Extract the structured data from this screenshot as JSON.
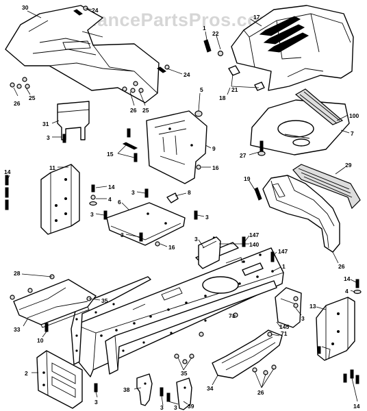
{
  "watermark": "AppliancePartsPros.com",
  "callouts": [
    {
      "id": "c30",
      "label": "30"
    },
    {
      "id": "c24a",
      "label": "24"
    },
    {
      "id": "c17",
      "label": "17"
    },
    {
      "id": "c22",
      "label": "22"
    },
    {
      "id": "c1top",
      "label": "1"
    },
    {
      "id": "c21",
      "label": "21"
    },
    {
      "id": "c18",
      "label": "18"
    },
    {
      "id": "c26a",
      "label": "26"
    },
    {
      "id": "c25a",
      "label": "25"
    },
    {
      "id": "c24b",
      "label": "24"
    },
    {
      "id": "c26b",
      "label": "26"
    },
    {
      "id": "c25b",
      "label": "25"
    },
    {
      "id": "c5",
      "label": "5"
    },
    {
      "id": "c100",
      "label": "100"
    },
    {
      "id": "c7",
      "label": "7"
    },
    {
      "id": "c31",
      "label": "31"
    },
    {
      "id": "c3a",
      "label": "3"
    },
    {
      "id": "c15",
      "label": "15"
    },
    {
      "id": "c9",
      "label": "9"
    },
    {
      "id": "c27",
      "label": "27"
    },
    {
      "id": "c16a",
      "label": "16"
    },
    {
      "id": "c14a",
      "label": "14"
    },
    {
      "id": "c11",
      "label": "11"
    },
    {
      "id": "c14b",
      "label": "14"
    },
    {
      "id": "c4a",
      "label": "4"
    },
    {
      "id": "c3b",
      "label": "3"
    },
    {
      "id": "c8",
      "label": "8"
    },
    {
      "id": "c6",
      "label": "6"
    },
    {
      "id": "c3c",
      "label": "3"
    },
    {
      "id": "c3d",
      "label": "3"
    },
    {
      "id": "c3e",
      "label": "3"
    },
    {
      "id": "c16b",
      "label": "16"
    },
    {
      "id": "c19",
      "label": "19"
    },
    {
      "id": "c29",
      "label": "29"
    },
    {
      "id": "c26c",
      "label": "26"
    },
    {
      "id": "c147a",
      "label": "147"
    },
    {
      "id": "c140",
      "label": "140"
    },
    {
      "id": "c147b",
      "label": "147"
    },
    {
      "id": "c3f",
      "label": "3"
    },
    {
      "id": "c1",
      "label": "1"
    },
    {
      "id": "c28",
      "label": "28"
    },
    {
      "id": "c35a",
      "label": "35"
    },
    {
      "id": "c33",
      "label": "33"
    },
    {
      "id": "c10",
      "label": "10"
    },
    {
      "id": "c14c",
      "label": "14"
    },
    {
      "id": "c4b",
      "label": "4"
    },
    {
      "id": "c13",
      "label": "13"
    },
    {
      "id": "c3g",
      "label": "3"
    },
    {
      "id": "c71a",
      "label": "71"
    },
    {
      "id": "c145",
      "label": "145"
    },
    {
      "id": "c71b",
      "label": "71"
    },
    {
      "id": "c2",
      "label": "2"
    },
    {
      "id": "c3h",
      "label": "3"
    },
    {
      "id": "c35b",
      "label": "35"
    },
    {
      "id": "c34",
      "label": "34"
    },
    {
      "id": "c38",
      "label": "38"
    },
    {
      "id": "c3i",
      "label": "3"
    },
    {
      "id": "c3j",
      "label": "3"
    },
    {
      "id": "c39",
      "label": "39"
    },
    {
      "id": "c26d",
      "label": "26"
    },
    {
      "id": "c14d",
      "label": "14"
    }
  ]
}
